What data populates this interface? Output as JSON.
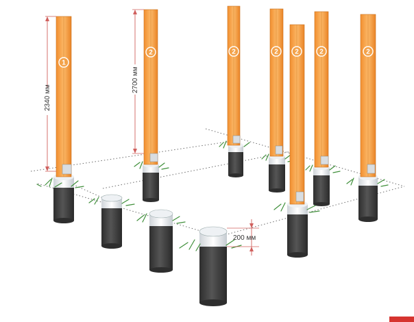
{
  "dimensions": {
    "post_height_1": "2340 мм",
    "post_height_2": "2700 мм",
    "gap": "200 мм"
  },
  "posts": [
    {
      "label": "1"
    },
    {
      "label": "2"
    },
    {
      "label": "2"
    },
    {
      "label": "2"
    },
    {
      "label": "2"
    },
    {
      "label": "2"
    },
    {
      "label": "2"
    }
  ],
  "colors": {
    "post_orange": "#f6a44a",
    "post_edge": "#c8701f",
    "pile_dark": "#3b3b3b",
    "pile_cap": "#e9ecef",
    "grass": "#3f8f3a",
    "dim_line": "#d0605e",
    "dotted": "#6b6b6b"
  }
}
